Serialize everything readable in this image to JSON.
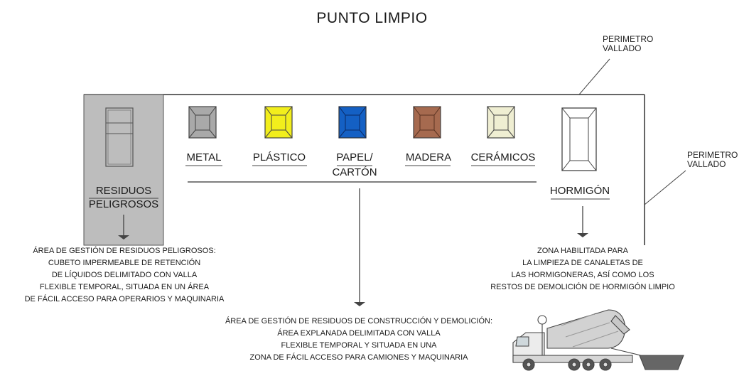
{
  "title": "PUNTO LIMPIO",
  "perimeter_label_top": [
    "PERIMETRO",
    "VALLADO"
  ],
  "perimeter_label_right": [
    "PERIMETRO",
    "VALLADO"
  ],
  "hazardous": {
    "label_line1": "RESIDUOS",
    "label_line2": "PELIGROSOS",
    "fill_color": "#bdbdbd"
  },
  "bins": [
    {
      "label": "METAL",
      "color": "#a9a9a9"
    },
    {
      "label": "PLÁSTICO",
      "color": "#f2ee1c"
    },
    {
      "label_line1": "PAPEL/",
      "label_line2": "CARTÓN",
      "color": "#1460c4"
    },
    {
      "label": "MADERA",
      "color": "#a66a4f"
    },
    {
      "label": "CERÁMICOS",
      "color": "#efeed2"
    }
  ],
  "concrete": {
    "label": "HORMIGÓN",
    "color": "#ffffff"
  },
  "notes": {
    "hazardous": [
      "ÁREA DE GESTIÓN DE RESIDUOS PELIGROSOS:",
      "CUBETO IMPERMEABLE DE RETENCIÓN",
      "DE LÍQUIDOS DELIMITADO CON VALLA",
      "FLEXIBLE TEMPORAL, SITUADA EN UN ÁREA",
      "DE FÁCIL ACCESO PARA OPERARIOS Y MAQUINARIA"
    ],
    "concrete": [
      "ZONA HABILITADA PARA",
      "LA LIMPIEZA DE CANALETAS DE",
      "LAS HORMIGONERAS, ASÍ COMO LOS",
      "RESTOS DE DEMOLICIÓN DE HORMIGÓN LIMPIO"
    ],
    "construction": [
      "ÁREA DE GESTIÓN DE RESIDUOS DE CONSTRUCCIÓN Y DEMOLICIÓN:",
      "ÁREA EXPLANADA DELIMITADA CON VALLA",
      "FLEXIBLE TEMPORAL Y SITUADA EN UNA",
      "ZONA DE FÁCIL ACCESO PARA CAMIONES Y MAQUINARIA"
    ]
  }
}
